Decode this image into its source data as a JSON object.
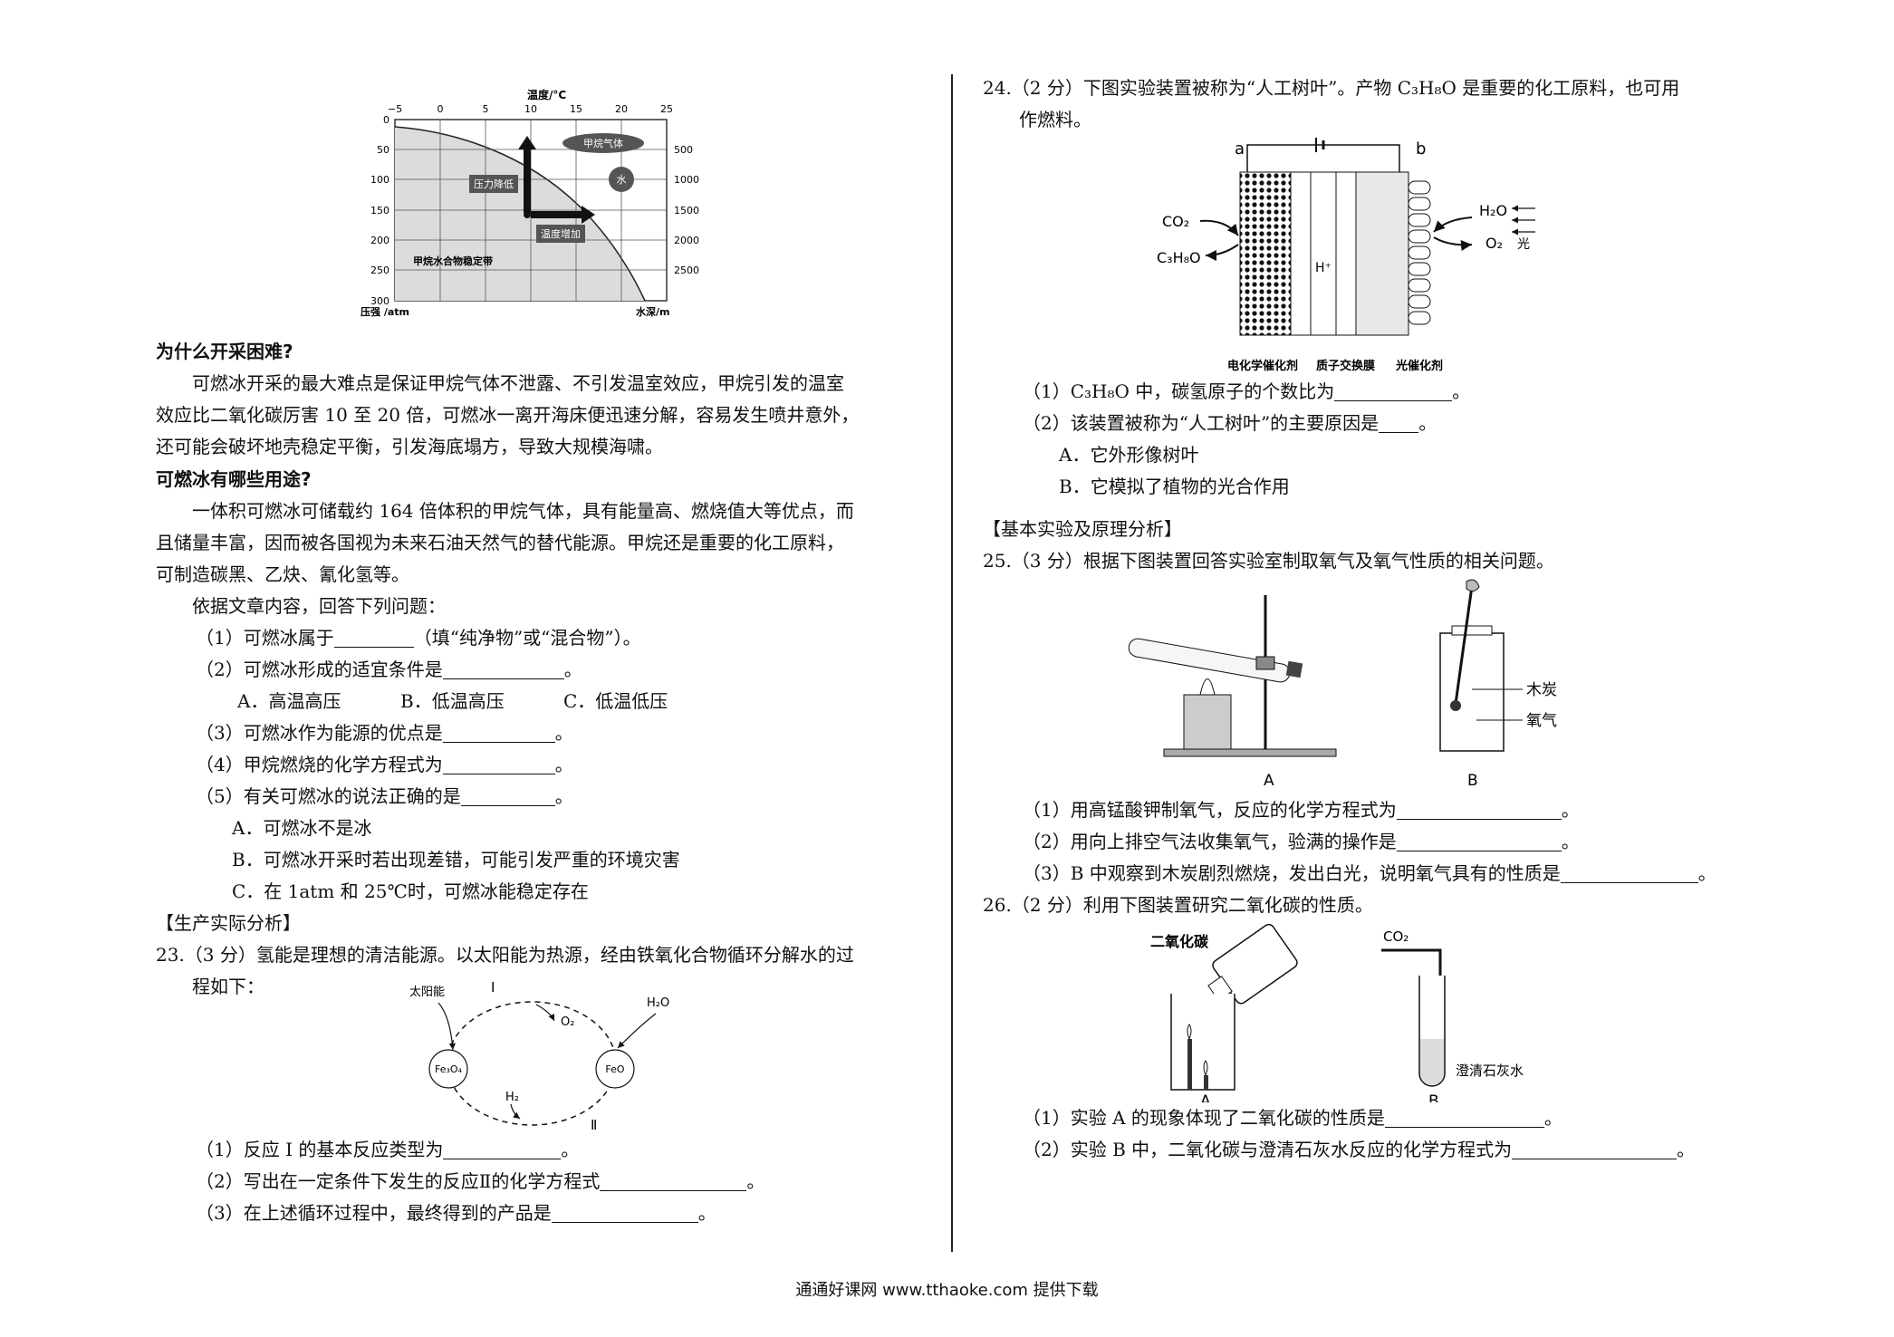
{
  "chart": {
    "top_axis_label": "温度/°C",
    "top_ticks": [
      "−5",
      "0",
      "5",
      "10",
      "15",
      "20",
      "25"
    ],
    "left_ticks": [
      "0",
      "50",
      "100",
      "150",
      "200",
      "250",
      "300"
    ],
    "right_ticks": [
      "500",
      "1000",
      "1500",
      "2000",
      "2500"
    ],
    "left_axis_label": "压强 /atm",
    "right_axis_label": "水深/m",
    "label_gas": "甲烷气体",
    "label_water": "水",
    "label_pressure": "压力降低",
    "label_temp": "温度增加",
    "label_zone": "甲烷水合物稳定带"
  },
  "left": {
    "h1": "为什么开采困难?",
    "p1a": "可燃冰开采的最大难点是保证甲烷气体不泄露、不引发温室效应，甲烷引发的温室",
    "p1b": "效应比二氧化碳厉害 10 至 20 倍，可燃冰一离开海床便迅速分解，容易发生喷井意外，",
    "p1c": "还可能会破坏地壳稳定平衡，引发海底塌方，导致大规模海啸。",
    "h2": "可燃冰有哪些用途?",
    "p2a": "一体积可燃冰可储载约 164 倍体积的甲烷气体，具有能量高、燃烧值大等优点，而",
    "p2b": "且储量丰富，因而被各国视为未来石油天然气的替代能源。甲烷还是重要的化工原料，",
    "p2c": "可制造碳黑、乙炔、氰化氢等。",
    "prompt": "依据文章内容，回答下列问题：",
    "q1a": "（1）可燃冰属于",
    "q1b": "（填“纯净物”或“混合物”）。",
    "q2": "（2）可燃冰形成的适宜条件是",
    "q2_end": "。",
    "q2_opts": [
      "A．高温高压",
      "B．低温高压",
      "C．低温低压"
    ],
    "q3": "（3）可燃冰作为能源的优点是",
    "q3_end": "。",
    "q4": "（4）甲烷燃烧的化学方程式为",
    "q4_end": "。",
    "q5": "（5）有关可燃冰的说法正确的是",
    "q5_end": "。",
    "q5_opts": [
      "A．可燃冰不是冰",
      "B．可燃冰开采时若出现差错，可能引发严重的环境灾害",
      "C．在 1atm 和 25℃时，可燃冰能稳定存在"
    ],
    "section": "【生产实际分析】",
    "q23a": "23.（3 分）氢能是理想的清洁能源。以太阳能为热源，经由铁氧化合物循环分解水的过",
    "q23b": "程如下：",
    "cycle": {
      "sun": "太阳能",
      "r1": "I",
      "o2": "O₂",
      "h2o": "H₂O",
      "fe3o4": "Fe₃O₄",
      "feo": "FeO",
      "h2": "H₂",
      "r2": "Ⅱ"
    },
    "q23_1": "（1）反应 I 的基本反应类型为",
    "q23_2": "（2）写出在一定条件下发生的反应Ⅱ的化学方程式",
    "q23_3": "（3）在上述循环过程中，最终得到的产品是",
    "period": "。"
  },
  "right": {
    "q24a": "24.（2 分）下图实验装置被称为“人工树叶”。产物 C₃H₈O 是重要的化工原料，也可用",
    "q24b": "作燃料。",
    "leaf": {
      "a": "a",
      "b": "b",
      "co2": "CO₂",
      "c3h8o": "C₃H₈O",
      "hplus": "H⁺",
      "h2o": "H₂O",
      "o2": "O₂",
      "light": "光",
      "cap1": "电化学催化剂",
      "cap2": "质子交换膜",
      "cap3": "光催化剂"
    },
    "q24_1": "（1）C₃H₈O 中，碳氢原子的个数比为",
    "q24_2": "（2）该装置被称为“人工树叶”的主要原因是",
    "q24_opts": [
      "A．它外形像树叶",
      "B．它模拟了植物的光合作用"
    ],
    "section": "【基本实验及原理分析】",
    "q25": "25.（3 分）根据下图装置回答实验室制取氧气及氧气性质的相关问题。",
    "app": {
      "charcoal": "木炭",
      "oxygen": "氧气",
      "A": "A",
      "B": "B"
    },
    "q25_1": "（1）用高锰酸钾制氧气，反应的化学方程式为",
    "q25_2": "（2）用向上排空气法收集氧气，验满的操作是",
    "q25_3": "（3）B 中观察到木炭剧烈燃烧，发出白光，说明氧气具有的性质是",
    "q26": "26.（2 分）利用下图装置研究二氧化碳的性质。",
    "co2app": {
      "title": "二氧化碳",
      "co2": "CO₂",
      "limewater": "澄清石灰水",
      "A": "A",
      "B": "B"
    },
    "q26_1": "（1）实验 A 的现象体现了二氧化碳的性质是",
    "q26_2": "（2）实验 B 中，二氧化碳与澄清石灰水反应的化学方程式为",
    "period": "。"
  },
  "footer": "通通好课网 www.tthaoke.com 提供下载"
}
